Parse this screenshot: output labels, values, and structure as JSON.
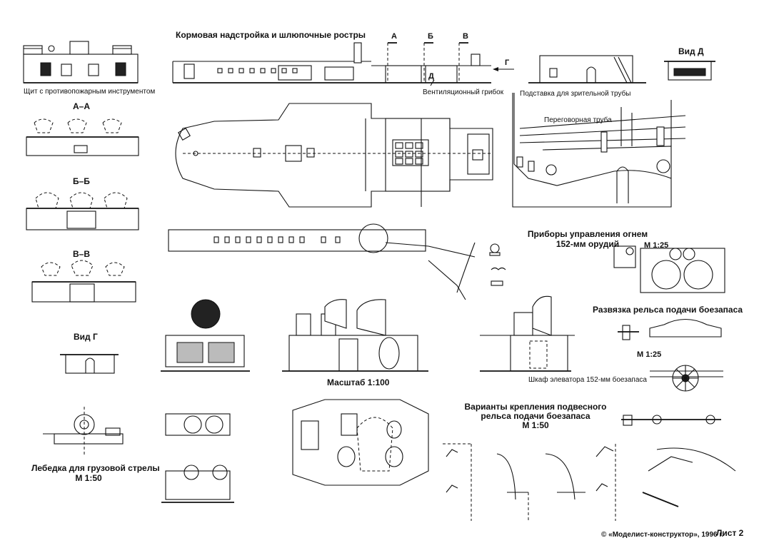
{
  "labels": {
    "title_main": "Кормовая надстройка и шлюпочные ростры",
    "section_a": "А",
    "section_b": "Б",
    "section_v": "В",
    "arrow_g": "Г",
    "vid_d": "Вид Д",
    "letter_d": "Д",
    "shield_caption": "Щит с противопожарным инструментом",
    "vent_caption": "Вентиляционный грибок",
    "stand_caption": "Подставка для зрительной трубы",
    "voice_pipe_caption": "Переговорная труба",
    "aa": "А–А",
    "bb": "Б–Б",
    "vv": "В–В",
    "vid_g": "Вид Г",
    "fire_control_1": "Приборы управления огнем",
    "fire_control_2": "152-мм орудий",
    "scale_125_a": "М 1:25",
    "rail_junction": "Развязка рельса подачи боезапаса",
    "scale_125_b": "М 1:25",
    "elevator_caption": "Шкаф элеватора 152-мм боезапаса",
    "scale_100": "Масштаб 1:100",
    "variants_1": "Варианты крепления подвесного",
    "variants_2": "рельса подачи боезапаса",
    "scale_150_v": "М 1:50",
    "winch_1": "Лебедка для грузовой стрелы",
    "winch_2": "М 1:50",
    "copyright": "© «Моделист-конструктор», 1996 г.",
    "sheet": "Лист 2"
  },
  "colors": {
    "ink": "#111111",
    "paper": "#ffffff"
  }
}
